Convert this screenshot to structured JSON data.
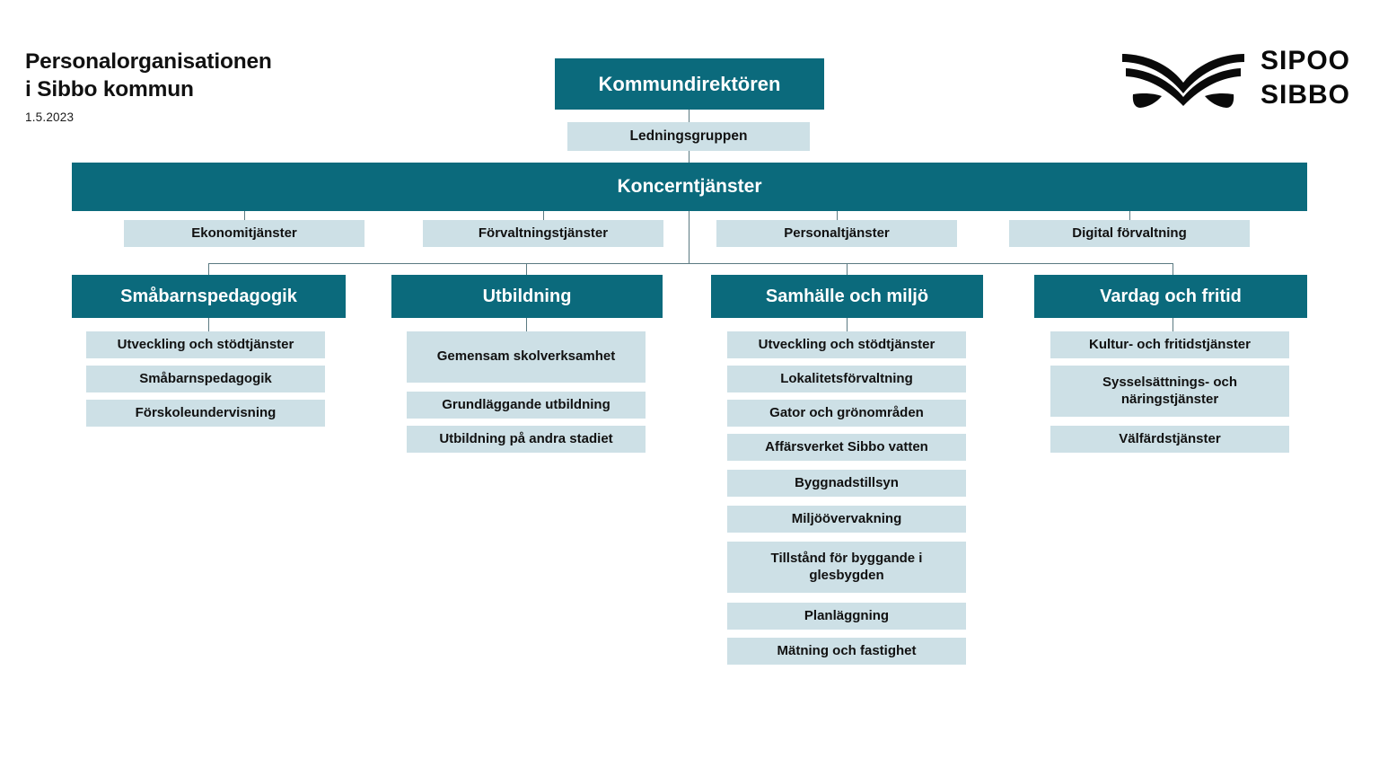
{
  "header": {
    "title_line1": "Personalorganisationen",
    "title_line2": "i Sibbo kommun",
    "date": "1.5.2023"
  },
  "logo": {
    "name": "sipoo-sibbo-logo",
    "word_top": "SIPOO",
    "word_bottom": "SIBBO"
  },
  "colors": {
    "dark_teal": "#0b6a7c",
    "light_blue": "#cde0e6",
    "connector": "#5b7a82",
    "text_dark": "#111111",
    "text_light": "#ffffff",
    "background": "#ffffff"
  },
  "chart": {
    "top": {
      "director": "Kommundirektören",
      "management_group": "Ledningsgruppen"
    },
    "corporate": {
      "title": "Koncerntjänster",
      "services": [
        "Ekonomitjänster",
        "Förvaltningstjänster",
        "Personaltjänster",
        "Digital förvaltning"
      ]
    },
    "departments": [
      {
        "title": "Småbarnspedagogik",
        "units": [
          "Utveckling och stödtjänster",
          "Småbarnspedagogik",
          "Förskoleundervisning"
        ]
      },
      {
        "title": "Utbildning",
        "units": [
          "Gemensam skolverksamhet",
          "Grundläggande utbildning",
          "Utbildning på andra stadiet"
        ]
      },
      {
        "title": "Samhälle och miljö",
        "units": [
          "Utveckling och stödtjänster",
          "Lokalitetsförvaltning",
          "Gator och grönområden",
          "Affärsverket Sibbo vatten",
          "Byggnadstillsyn",
          "Miljöövervakning",
          "Tillstånd för byggande i glesbygden",
          "Planläggning",
          "Mätning och fastighet"
        ]
      },
      {
        "title": "Vardag och fritid",
        "units": [
          "Kultur- och fritidstjänster",
          "Sysselsättnings- och näringstjänster",
          "Välfärdstjänster"
        ]
      }
    ]
  }
}
